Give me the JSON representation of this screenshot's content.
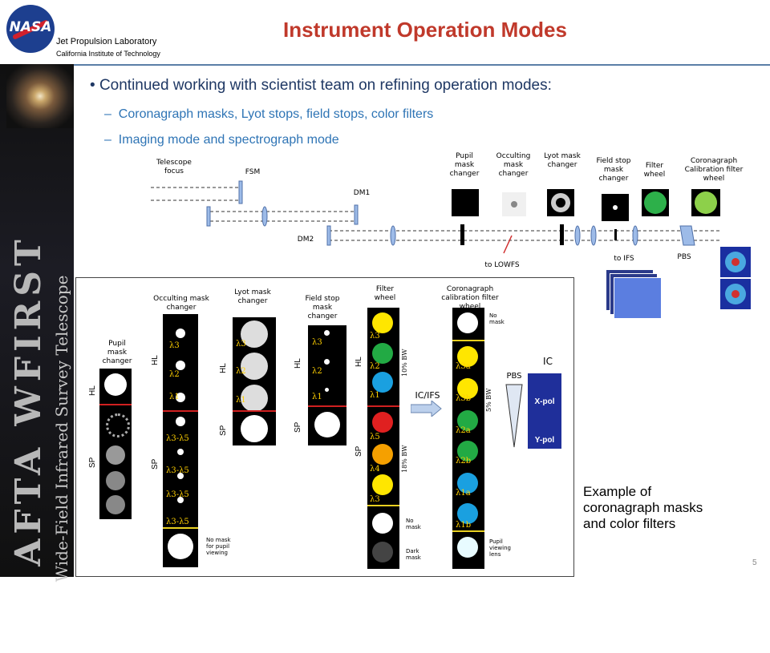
{
  "header": {
    "org_line1": "Jet Propulsion Laboratory",
    "org_line2": "California Institute of Technology",
    "title": "Instrument Operation Modes",
    "logo_text": "NASA"
  },
  "sidebar": {
    "title": "AFTA WFIRST",
    "subtitle": "Wide-Field Infrared Survey Telescope"
  },
  "bullets": {
    "main": "Continued working with scientist team on refining operation modes:",
    "sub1": "Coronagraph masks, Lyot stops, field stops, color filters",
    "sub2": "Imaging mode and spectrograph mode"
  },
  "optics": {
    "telescope": "Telescope focus",
    "fsm": "FSM",
    "dm1": "DM1",
    "dm2": "DM2",
    "pupil": "Pupil mask changer",
    "occulting": "Occulting mask changer",
    "lyot": "Lyot mask changer",
    "fieldstop": "Field stop mask changer",
    "filter": "Filter wheel",
    "calib": "Coronagraph Calibration filter wheel",
    "lowfs": "to LOWFS",
    "ifs": "to IFS",
    "pbs": "PBS"
  },
  "panel": {
    "pupil_title": "Pupil mask changer",
    "occ_title": "Occulting mask changer",
    "lyot_title": "Lyot mask changer",
    "fs_title": "Field stop mask changer",
    "filter_title": "Filter wheel",
    "calib_title": "Coronagraph calibration filter wheel",
    "hl": "HL",
    "sp": "SP",
    "l3": "λ3",
    "l2": "λ2",
    "l1": "λ1",
    "l4": "λ4",
    "l5": "λ5",
    "l35": "λ3-λ5",
    "l3a": "λ3a",
    "l3b": "λ3b",
    "l2a": "λ2a",
    "l2b": "λ2b",
    "l1a": "λ1a",
    "l1b": "λ1b",
    "bw10": "10% BW",
    "bw18": "18% BW",
    "bw5": "5% BW",
    "no_mask": "No mask",
    "no_mask_pupil": "No mask for pupil viewing",
    "dark_mask": "Dark mask",
    "pupil_lens": "Pupil viewing lens",
    "icifs": "IC/IFS",
    "pbs": "PBS",
    "ic": "IC",
    "xpol": "X-pol",
    "ypol": "Y-pol"
  },
  "caption": "Example of coronagraph masks and color filters",
  "page_number": "5"
}
